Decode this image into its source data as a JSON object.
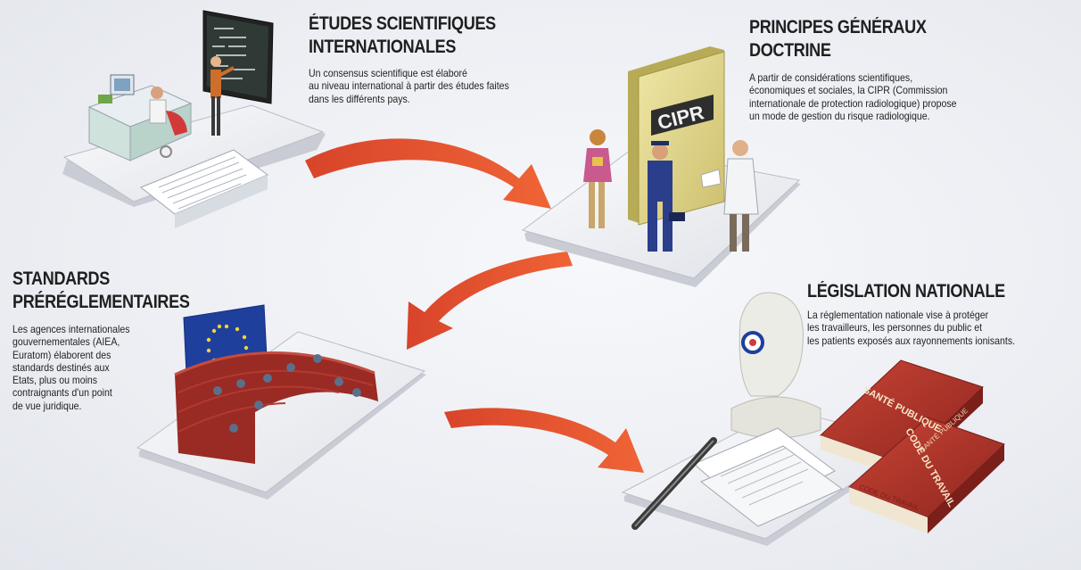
{
  "sections": {
    "etudes": {
      "title": "ÉTUDES SCIENTIFIQUES\nINTERNATIONALES",
      "text": "Un consensus scientifique est élaboré\nau niveau international à partir des études faites\ndans les différents pays."
    },
    "principes": {
      "title": "PRINCIPES GÉNÉRAUX\nDOCTRINE",
      "text": "A partir de considérations scientifiques,\néconomiques et sociales, la CIPR (Commission\ninternationale de protection radiologique) propose\nun mode de gestion du risque radiologique."
    },
    "standards": {
      "title": "STANDARDS\nPRÉRÉGLEMENTAIRES",
      "text": "Les agences internationales\ngouvernementales (AIEA,\nEuratom) élaborent des\nstandards destinés aux\nEtats, plus ou moins\ncontraignants d'un point\nde vue juridique."
    },
    "legislation": {
      "title": "LÉGISLATION NATIONALE",
      "text": "La réglementation nationale vise à protéger\nles travailleurs, les personnes du public et\nles patients exposés aux rayonnements ionisants."
    }
  },
  "labels": {
    "cipr_book": "CIPR",
    "book_sante_cover": "SANTÉ PUBLIQUE",
    "book_sante_spine": "SANTÉ PUBLIQUE",
    "book_travail_cover": "CODE DU TRAVAIL",
    "book_travail_spine": "CODE DU TRAVAIL"
  },
  "colors": {
    "arrow": "#e0502e",
    "book_red": "#b8342a",
    "cipr_book": "#e2d98f",
    "eu_flag": "#1f3f9c",
    "eu_stars": "#f4d23a",
    "amphitheater": "#9a2a24"
  }
}
